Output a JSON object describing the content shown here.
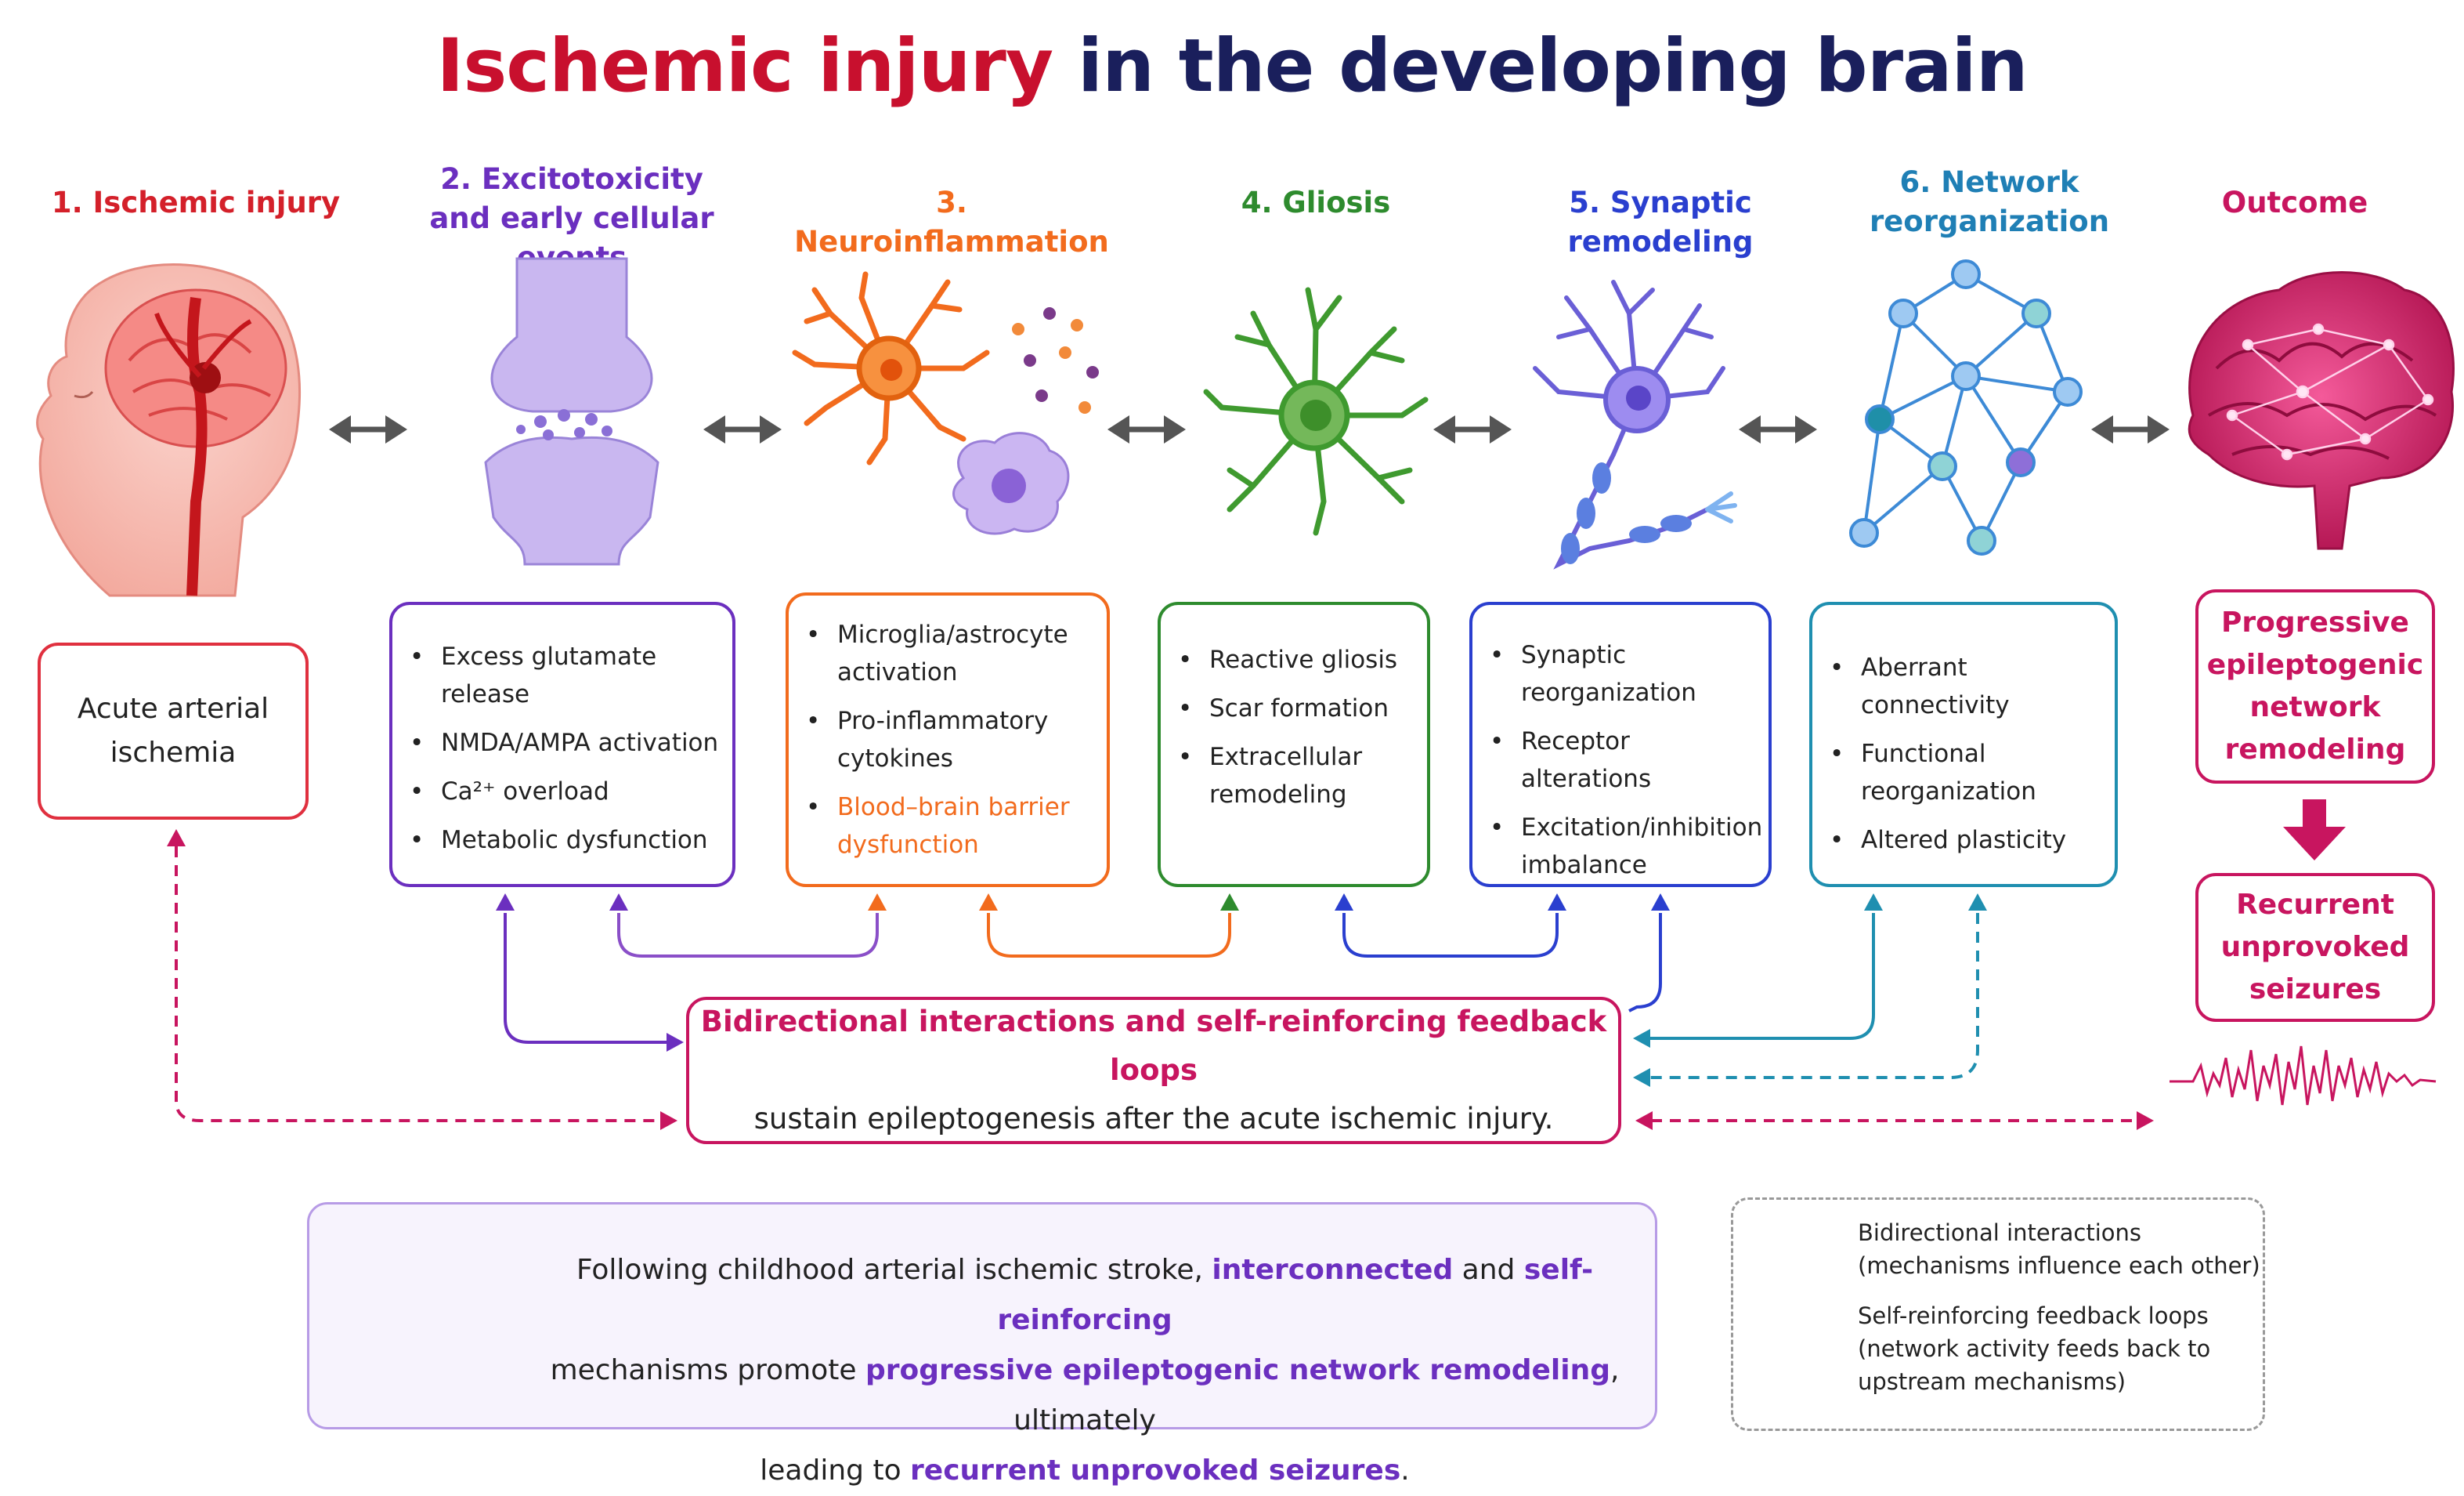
{
  "title": {
    "part1": "Ischemic injury",
    "part2": " in the developing brain"
  },
  "stages": [
    {
      "label": "1. Ischemic injury",
      "color": "#d4202a"
    },
    {
      "label_line1": "2. Excitotoxicity",
      "label_line2": "and early cellular events",
      "color": "#6b2fbf"
    },
    {
      "label": "3. Neuroinflammation",
      "color": "#f26b1d"
    },
    {
      "label": "4. Gliosis",
      "color": "#2e8b2e"
    },
    {
      "label": "5. Synaptic remodeling",
      "color": "#2a3fcf"
    },
    {
      "label_line1": "6. Network",
      "label_line2": "reorganization",
      "color": "#1f7fb5"
    },
    {
      "label": "Outcome",
      "color": "#c8155f"
    }
  ],
  "acute_box": {
    "line1": "Acute arterial",
    "line2": "ischemia"
  },
  "boxes": {
    "excitotoxicity": [
      "Excess glutamate release",
      "NMDA/AMPA activation",
      "Ca²⁺ overload",
      "Metabolic dysfunction"
    ],
    "neuroinflammation": {
      "items": [
        "Microglia/astrocyte activation",
        "Pro-inflammatory cytokines"
      ],
      "highlight": "Blood–brain barrier dysfunction"
    },
    "gliosis": [
      "Reactive gliosis",
      "Scar formation",
      "Extracellular remodeling"
    ],
    "synaptic": [
      "Synaptic reorganization",
      "Receptor alterations",
      "Excitation/inhibition imbalance"
    ],
    "network": [
      "Aberrant connectivity",
      "Functional reorganization",
      "Altered plasticity"
    ]
  },
  "outcome_box1": {
    "line1": "Progressive",
    "line2": "epileptogenic",
    "line3": "network",
    "line4": "remodeling"
  },
  "outcome_box2": {
    "line1": "Recurrent",
    "line2": "unprovoked",
    "line3": "seizures"
  },
  "feedback_box": {
    "line1": "Bidirectional interactions and self-reinforcing feedback loops",
    "line2": "sustain epileptogenesis after the acute ischemic injury."
  },
  "summary": {
    "s1": "Following childhood arterial ischemic stroke, ",
    "s2": "interconnected",
    "s3": " and ",
    "s4": "self-reinforcing",
    "s5": "mechanisms promote ",
    "s6": "progressive epileptogenic network remodeling",
    "s7": ", ultimately",
    "s8": "leading to ",
    "s9": "recurrent unprovoked seizures",
    "s10": "."
  },
  "legend": {
    "bidirectional_line1": "Bidirectional interactions",
    "bidirectional_line2": "(mechanisms influence each other)",
    "feedback_line1": "Self-reinforcing feedback loops",
    "feedback_line2": "(network activity feeds back to",
    "feedback_line3": "upstream mechanisms)"
  },
  "icons": [
    "child-head-brain-icon",
    "synapse-icon",
    "microglia-icon",
    "astrocyte-icon",
    "neuron-icon",
    "network-icon",
    "glowing-brain-icon",
    "clock-icon",
    "eeg-trace-icon"
  ],
  "colors": {
    "red": "#d4202a",
    "purple": "#6b2fbf",
    "orange": "#f26b1d",
    "green": "#2e8b2e",
    "blue": "#2a3fcf",
    "teal": "#1f7fb5",
    "magenta": "#c8155f",
    "navy": "#1a1f5c"
  }
}
